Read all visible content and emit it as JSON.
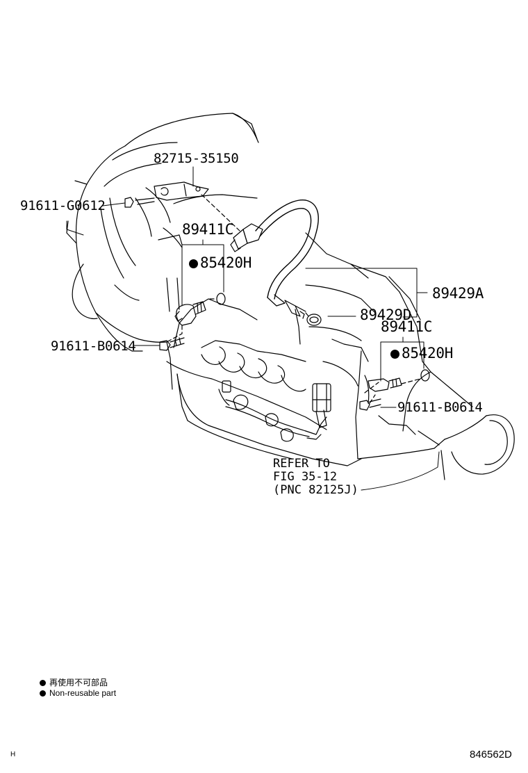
{
  "labels": {
    "bracket": "82715-35150",
    "bolt_top": "91611-G0612",
    "sensor_left": "89411C",
    "oring_left": "85420H",
    "bolt_left": "91611-B0614",
    "harness": "89429A",
    "sensor_pipe": "89429D",
    "sensor_right": "89411C",
    "oring_right": "85420H",
    "bolt_right": "91611-B0614"
  },
  "refer": {
    "line1": "REFER TO",
    "line2": "FIG 35-12",
    "line3": "(PNC 82125J)"
  },
  "legend": {
    "japanese": "再使用不可部品",
    "english": "Non-reusable part"
  },
  "corner": {
    "left": "H",
    "right": "846562D"
  }
}
